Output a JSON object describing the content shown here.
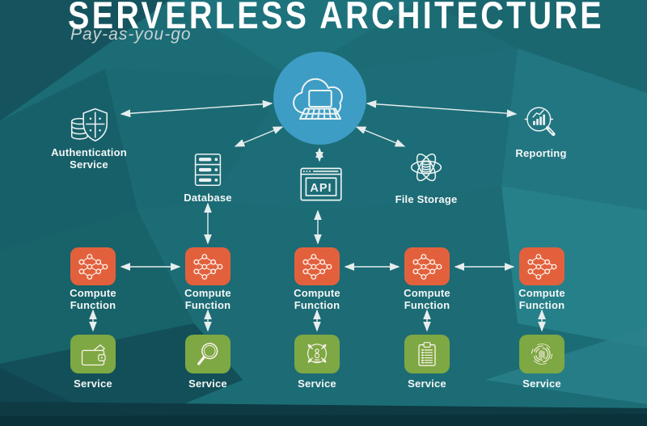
{
  "header": {
    "title": "SERVERLESS ARCHITECTURE",
    "subtitle": "Pay-as-you-go"
  },
  "nodes": {
    "authentication": {
      "label": "Authentication Service"
    },
    "database": {
      "label": "Database"
    },
    "api": {
      "icon_text": "API"
    },
    "file_storage": {
      "label": "File Storage"
    },
    "reporting": {
      "label": "Reporting"
    }
  },
  "compute_row": {
    "count": 5,
    "label_line1": "Compute",
    "label_line2": "Function"
  },
  "service_row": {
    "count": 5,
    "label": "Service"
  },
  "icons": {
    "hub": "cloud-laptop-icon",
    "authentication": "shield-coins-icon",
    "database": "server-rack-icon",
    "api": "api-window-icon",
    "file_storage": "atom-database-icon",
    "reporting": "chart-magnifier-icon",
    "compute": "neural-network-icon",
    "services": [
      "wallet-icon",
      "magnifier-icon",
      "broadcast-person-icon",
      "clipboard-icon",
      "fingerprint-icon"
    ]
  },
  "colors": {
    "background": "#1c6c75",
    "hub_blue": "#3d9dc5",
    "compute_orange": "#e2613c",
    "service_green": "#7ea843",
    "arrow": "#e6edee",
    "text": "#f4f7f7"
  }
}
